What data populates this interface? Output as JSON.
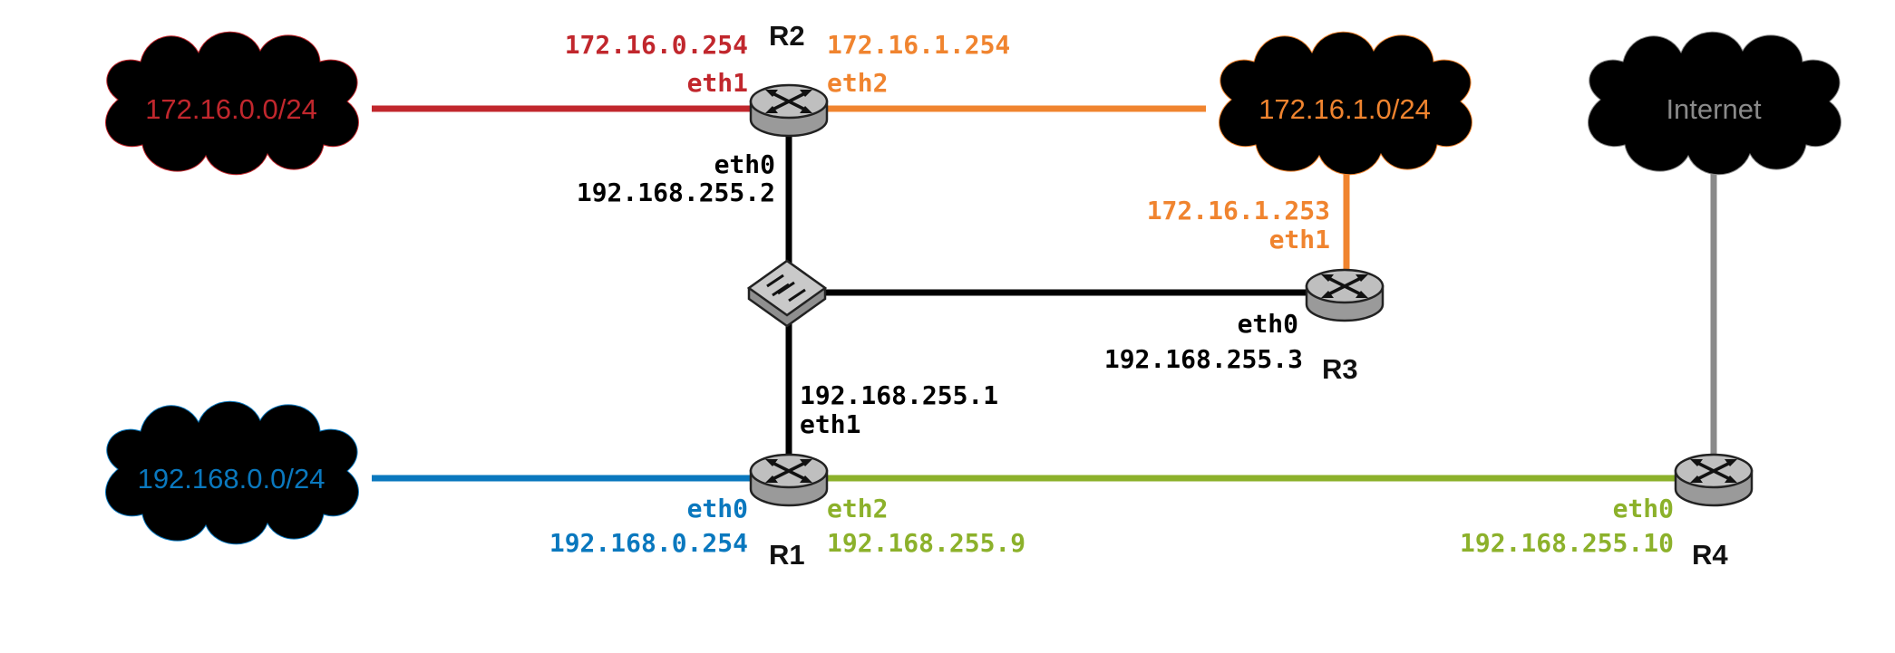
{
  "colors": {
    "red": "#c1272d",
    "orange": "#f0842f",
    "blue": "#0a78be",
    "green": "#8cb12b",
    "gray": "#8a8a8a",
    "black": "#000000"
  },
  "clouds": {
    "net_red": "172.16.0.0/24",
    "net_orange": "172.16.1.0/24",
    "net_internet": "Internet",
    "net_blue": "192.168.0.0/24"
  },
  "routers": {
    "r1": "R1",
    "r2": "R2",
    "r3": "R3",
    "r4": "R4"
  },
  "labels": {
    "r2_eth1_ip": "172.16.0.254",
    "r2_eth1": "eth1",
    "r2_eth2_ip": "172.16.1.254",
    "r2_eth2": "eth2",
    "r2_eth0": "eth0",
    "r2_eth0_ip": "192.168.255.2",
    "r3_eth1_ip": "172.16.1.253",
    "r3_eth1": "eth1",
    "r3_eth0": "eth0",
    "r3_eth0_ip": "192.168.255.3",
    "r1_eth1_ip": "192.168.255.1",
    "r1_eth1": "eth1",
    "r1_eth0": "eth0",
    "r1_eth0_ip": "192.168.0.254",
    "r1_eth2": "eth2",
    "r1_eth2_ip": "192.168.255.9",
    "r4_eth0": "eth0",
    "r4_eth0_ip": "192.168.255.10"
  }
}
